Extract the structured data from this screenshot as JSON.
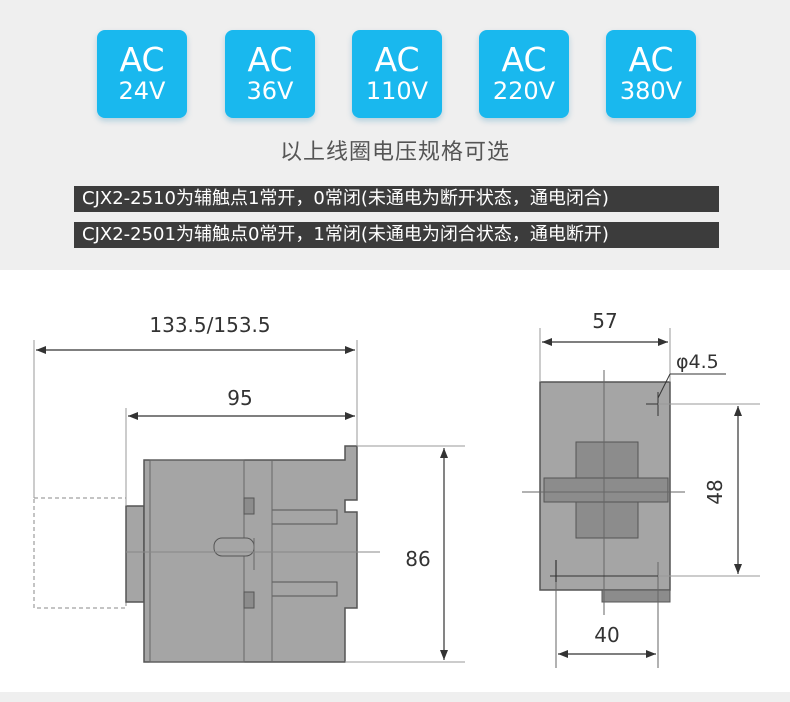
{
  "voltage_badges": [
    {
      "type": "AC",
      "voltage": "24V"
    },
    {
      "type": "AC",
      "voltage": "36V"
    },
    {
      "type": "AC",
      "voltage": "110V"
    },
    {
      "type": "AC",
      "voltage": "220V"
    },
    {
      "type": "AC",
      "voltage": "380V"
    }
  ],
  "caption": "以上线圈电压规格可选",
  "notes": [
    "CJX2-2510为辅触点1常开，0常闭(未通电为断开状态，通电闭合)",
    "CJX2-2501为辅触点0常开，1常闭(未通电为闭合状态，通电断开)"
  ],
  "side_view": {
    "overall_length": "133.5/153.5",
    "body_length": "95",
    "height": "86"
  },
  "front_view": {
    "width": "57",
    "hole": "φ4.5",
    "hole_spacing_vertical": "48",
    "hole_spacing_horizontal": "40"
  },
  "colors": {
    "badge": "#19b8ee",
    "header_bg": "#efefef",
    "note_bg": "#3c3c3c",
    "body_fill": "#a5a5a5",
    "dark_fill": "#8c8c8c"
  }
}
